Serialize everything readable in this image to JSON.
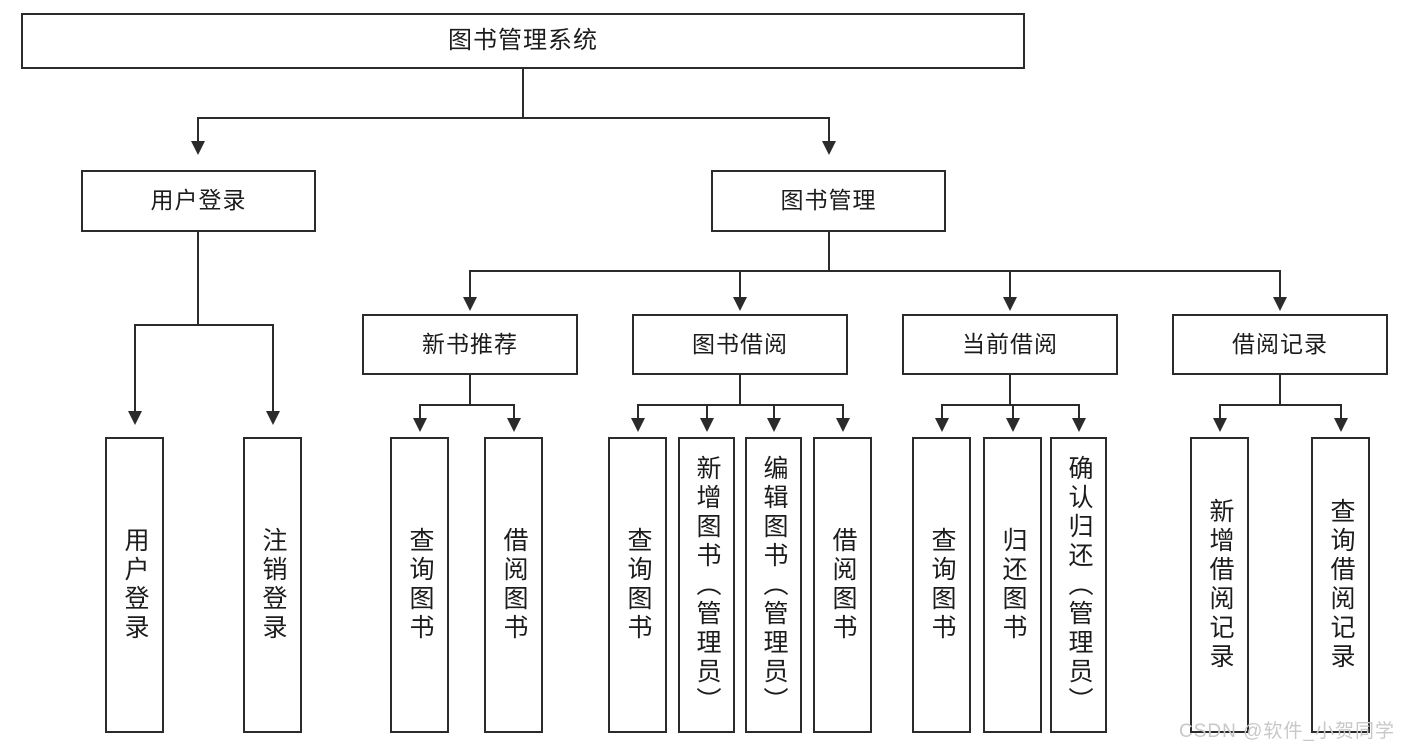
{
  "diagram": {
    "type": "tree-hierarchy-flowchart",
    "title": "图书管理系统",
    "watermark": "CSDN @软件_小贺同学",
    "colors": {
      "stroke": "#2b2b2b",
      "fill": "#ffffff",
      "text": "#1c1c1c",
      "background": "#ffffff",
      "watermark": "#c8c8c8"
    }
  },
  "nodes": {
    "root": {
      "label": "图书管理系统",
      "level": 1
    },
    "level2": [
      {
        "id": "user-login",
        "label": "用户登录"
      },
      {
        "id": "book-manage",
        "label": "图书管理"
      }
    ],
    "level3": [
      {
        "id": "new-book-recommend",
        "label": "新书推荐",
        "parent": "book-manage"
      },
      {
        "id": "book-borrow",
        "label": "图书借阅",
        "parent": "book-manage"
      },
      {
        "id": "current-borrow",
        "label": "当前借阅",
        "parent": "book-manage"
      },
      {
        "id": "borrow-record",
        "label": "借阅记录",
        "parent": "book-manage"
      }
    ],
    "leaves": [
      {
        "id": "leaf-user-login",
        "label": "用户登录",
        "parent": "user-login"
      },
      {
        "id": "leaf-logout-login",
        "label": "注销登录",
        "parent": "user-login"
      },
      {
        "id": "leaf-query-book-1",
        "label": "查询图书",
        "parent": "new-book-recommend"
      },
      {
        "id": "leaf-borrow-book-1",
        "label": "借阅图书",
        "parent": "new-book-recommend"
      },
      {
        "id": "leaf-query-book-2",
        "label": "查询图书",
        "parent": "book-borrow"
      },
      {
        "id": "leaf-add-book-admin",
        "label": "新增图书（管理员）",
        "parent": "book-borrow"
      },
      {
        "id": "leaf-edit-book-admin",
        "label": "编辑图书（管理员）",
        "parent": "book-borrow"
      },
      {
        "id": "leaf-borrow-book-2",
        "label": "借阅图书",
        "parent": "book-borrow"
      },
      {
        "id": "leaf-query-book-3",
        "label": "查询图书",
        "parent": "current-borrow"
      },
      {
        "id": "leaf-return-book",
        "label": "归还图书",
        "parent": "current-borrow"
      },
      {
        "id": "leaf-confirm-return-admin",
        "label": "确认归还（管理员）",
        "parent": "current-borrow"
      },
      {
        "id": "leaf-add-borrow-record",
        "label": "新增借阅记录",
        "parent": "borrow-record"
      },
      {
        "id": "leaf-query-borrow-record",
        "label": "查询借阅记录",
        "parent": "borrow-record"
      }
    ]
  }
}
